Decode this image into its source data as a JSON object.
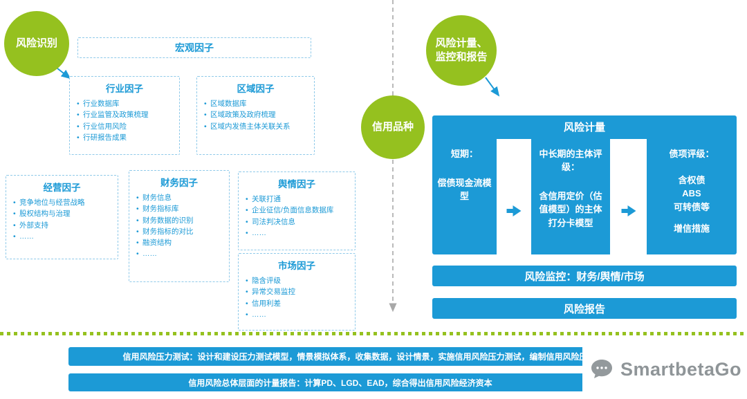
{
  "colors": {
    "green": "#95c11f",
    "blue": "#1c9ad6",
    "box_border": "#8ec9e9",
    "line_gray": "#a8a8a8",
    "logo_gray": "#8f9598"
  },
  "badges": {
    "identification": "风险识别",
    "credit_product": "信用品种",
    "measurement": "风险计量、监控和报告"
  },
  "factors": {
    "macro": {
      "title": "宏观因子"
    },
    "industry": {
      "title": "行业因子",
      "items": [
        "行业数据库",
        "行业监管及政策梳理",
        "行业信用风险",
        "行研报告成果"
      ]
    },
    "region": {
      "title": "区域因子",
      "items": [
        "区域数据库",
        "区域政策及政府梳理",
        "区域内发债主体关联关系"
      ]
    },
    "operating": {
      "title": "经营因子",
      "items": [
        "竞争地位与经营战略",
        "股权结构与治理",
        "外部支持",
        "……"
      ]
    },
    "financial": {
      "title": "财务因子",
      "items": [
        "财务信息",
        "财务指标库",
        "财务数据的识别",
        "财务指标的对比",
        "融资结构",
        "……"
      ]
    },
    "sentiment": {
      "title": "舆情因子",
      "items": [
        "关联打通",
        "企业征信/负面信息数据库",
        "司法判决信息",
        "……"
      ]
    },
    "market": {
      "title": "市场因子",
      "items": [
        "隐含评级",
        "异常交易监控",
        "信用利差",
        "……"
      ]
    }
  },
  "panel": {
    "title": "风险计量",
    "columns": {
      "short": {
        "header": "短期：",
        "body": "偿债现金流模型"
      },
      "mid": {
        "header": "中长期的主体评级：",
        "body": "含信用定价（估值模型）的主体打分卡模型"
      },
      "bond": {
        "header": "债项评级：",
        "body": "含权债\nABS\n可转债等",
        "footer": "增信措施"
      }
    },
    "monitor_bar": "风险监控：财务/舆情/市场",
    "report_bar": "风险报告"
  },
  "bottom": {
    "stress_test": "信用风险压力测试：设计和建设压力测试模型，情景模拟体系，收集数据，设计情景，实施信用风险压力测试，编制信用风险压力测试报告",
    "summary_report": "信用风险总体层面的计量报告：计算PD、LGD、EAD，综合得出信用风险经济资本"
  },
  "logo": {
    "text": "SmartbetaGo"
  }
}
